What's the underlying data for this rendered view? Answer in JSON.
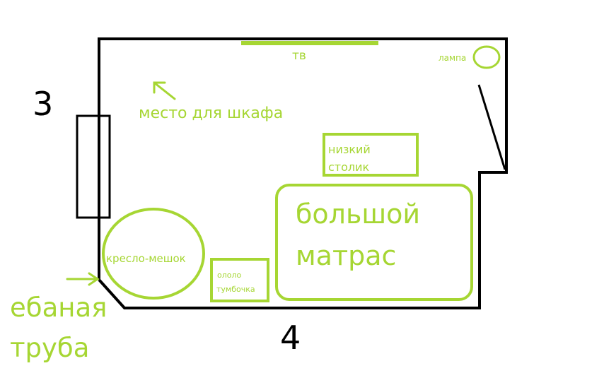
{
  "colors": {
    "wall": "#000000",
    "furniture": "#a6d633",
    "background": "#ffffff"
  },
  "labels": {
    "side_left_number": "3",
    "side_bottom_number": "4",
    "tv": "тв",
    "lamp": "лампа",
    "wardrobe_spot": "место для шкафа",
    "coffee_table_line1": "низкий",
    "coffee_table_line2": "столик",
    "mattress_line1": "большой",
    "mattress_line2": "матрас",
    "beanbag": "кресло-мешок",
    "nightstand_line1": "ололо",
    "nightstand_line2": "тумбочка",
    "pipe_line1": "ебаная",
    "pipe_line2": "труба"
  }
}
